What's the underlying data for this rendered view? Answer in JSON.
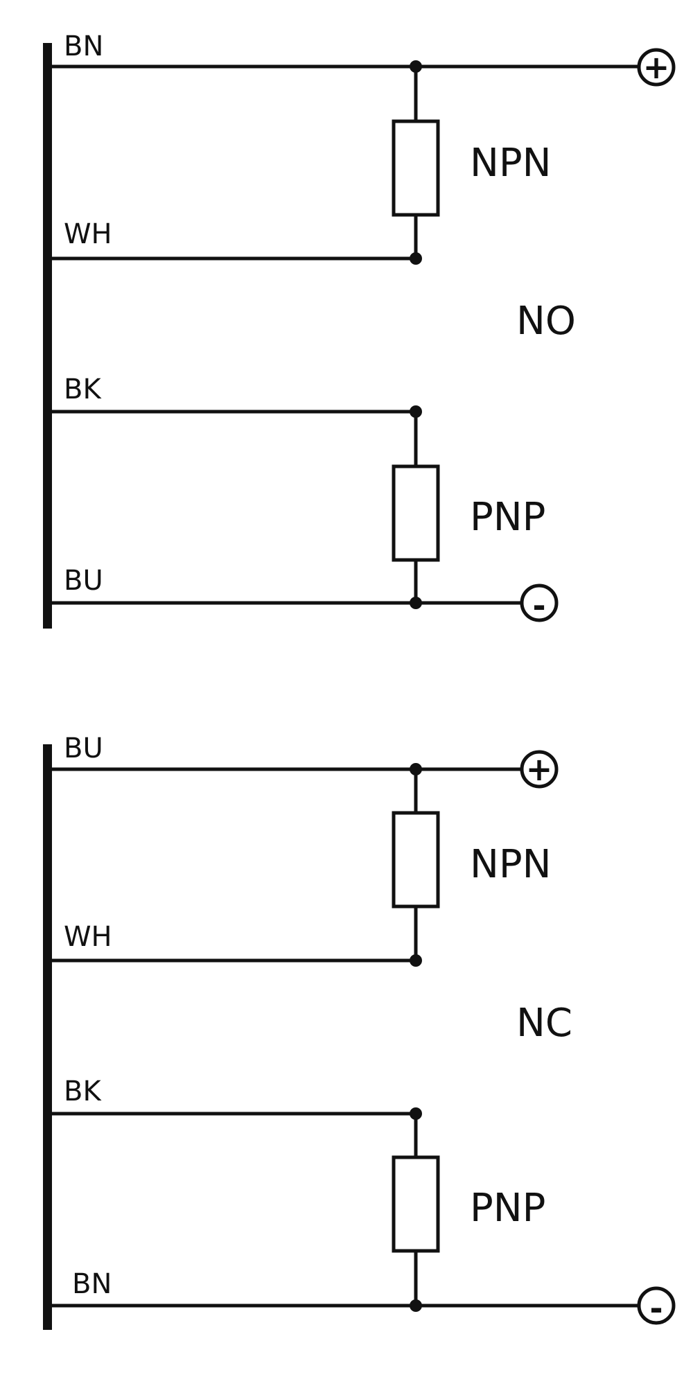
{
  "no_diagram": {
    "mode": "NO",
    "wires": [
      "BN",
      "WH",
      "BK",
      "BU"
    ],
    "loads": [
      "NPN",
      "PNP"
    ],
    "supply_top": "+",
    "supply_bottom": "-"
  },
  "nc_diagram": {
    "mode": "NC",
    "wires": [
      "BU",
      "WH",
      "BK",
      "BN"
    ],
    "loads": [
      "NPN",
      "PNP"
    ],
    "supply_top": "+",
    "supply_bottom": "-"
  }
}
